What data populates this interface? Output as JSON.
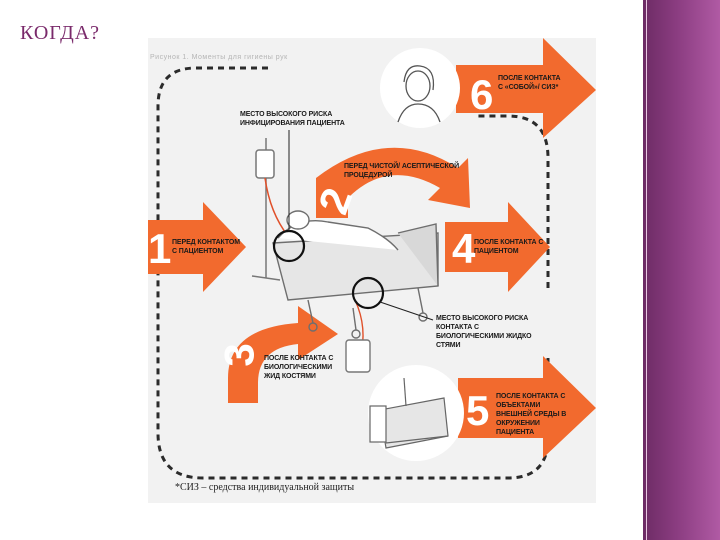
{
  "slide": {
    "title": "КОГДА?",
    "caption": "*СИЗ – средства индивидуальной защиты",
    "figure_label": "Рисунок 1. Моменты для гигиены рук",
    "colors": {
      "accent_orange": "#f26a2e",
      "title_purple": "#7a2a6b",
      "band_purple": "#8a3c80"
    }
  },
  "moments": [
    {
      "number": "1",
      "label": "ПЕРЕД КОНТАКТОМ С ПАЦИЕНТОМ"
    },
    {
      "number": "2",
      "label": "ПЕРЕД ЧИСТОЙ/ АСЕПТИЧЕСКОЙ ПРОЦЕДУРОЙ"
    },
    {
      "number": "3",
      "label": "ПОСЛЕ КОНТАКТА С БИОЛОГИЧЕСКИМИ ЖИД КОСТЯМИ"
    },
    {
      "number": "4",
      "label": "ПОСЛЕ КОНТАКТА С ПАЦИЕНТОМ"
    },
    {
      "number": "5",
      "label": "ПОСЛЕ КОНТАКТА С ОБЪЕКТАМИ ВНЕШНЕЙ СРЕДЫ В ОКРУЖЕНИИ ПАЦИЕНТА"
    },
    {
      "number": "6",
      "label": "ПОСЛЕ КОНТАКТА С «СОБОЙ»/ СИЗ*"
    }
  ],
  "risk_zones": [
    {
      "label": "МЕСТО ВЫСОКОГО РИСКА ИНФИЦИРОВАНИЯ ПАЦИЕНТА"
    },
    {
      "label": "МЕСТО ВЫСОКОГО РИСКА КОНТАКТА С БИОЛОГИЧЕСКИМИ ЖИДКО СТЯМИ"
    }
  ]
}
